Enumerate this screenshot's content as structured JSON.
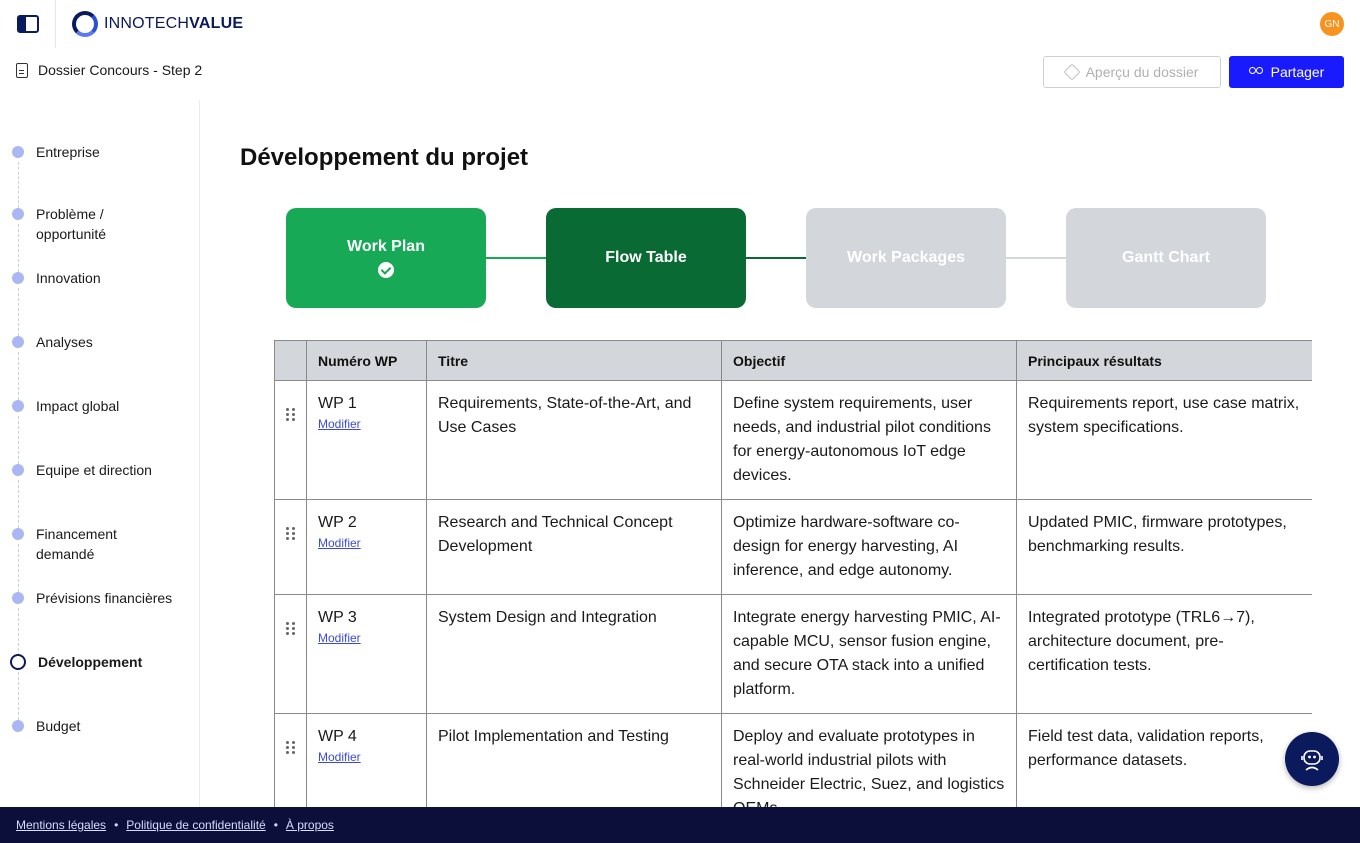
{
  "brand": {
    "name_light": "INNOTECH",
    "name_bold": "VALUE"
  },
  "user": {
    "initials": "GN"
  },
  "dossier": {
    "title": "Dossier Concours - Step 2"
  },
  "actions": {
    "preview_label": "Aperçu du dossier",
    "share_label": "Partager"
  },
  "nav": {
    "items": [
      {
        "label": "Entreprise"
      },
      {
        "label": "Problème / opportunité"
      },
      {
        "label": "Innovation"
      },
      {
        "label": "Analyses"
      },
      {
        "label": "Impact global"
      },
      {
        "label": "Equipe et direction"
      },
      {
        "label": "Financement demandé"
      },
      {
        "label": "Prévisions financières"
      },
      {
        "label": "Développement",
        "active": true
      },
      {
        "label": "Budget"
      }
    ]
  },
  "page": {
    "title": "Développement du projet"
  },
  "stepper": {
    "steps": [
      {
        "label": "Work Plan",
        "state": "done"
      },
      {
        "label": "Flow Table",
        "state": "current"
      },
      {
        "label": "Work Packages",
        "state": "todo"
      },
      {
        "label": "Gantt Chart",
        "state": "todo"
      }
    ]
  },
  "table": {
    "headers": [
      "Numéro WP",
      "Titre",
      "Objectif",
      "Principaux résultats"
    ],
    "edit_label": "Modifier",
    "rows": [
      {
        "wp": "WP 1",
        "title": "Requirements, State-of-the-Art, and Use Cases",
        "objective": "Define system requirements, user needs, and industrial pilot conditions for energy-autonomous IoT edge devices.",
        "results": "Requirements report, use case matrix, system specifications."
      },
      {
        "wp": "WP 2",
        "title": "Research and Technical Concept Development",
        "objective": "Optimize hardware-software co-design for energy harvesting, AI inference, and edge autonomy.",
        "results": "Updated PMIC, firmware prototypes, benchmarking results."
      },
      {
        "wp": "WP 3",
        "title": "System Design and Integration",
        "objective": "Integrate energy harvesting PMIC, AI-capable MCU, sensor fusion engine, and secure OTA stack into a unified platform.",
        "results": "Integrated prototype (TRL6→7), architecture document, pre-certification tests."
      },
      {
        "wp": "WP 4",
        "title": "Pilot Implementation and Testing",
        "objective": "Deploy and evaluate prototypes in real-world industrial pilots with Schneider Electric, Suez, and logistics OEMs.",
        "results": "Field test data, validation reports, performance datasets."
      }
    ]
  },
  "footer": {
    "links": [
      "Mentions légales",
      "Politique de confidentialité",
      "À propos"
    ]
  },
  "colors": {
    "primary": "#1a1aff",
    "navy": "#0b1a5c",
    "step_done": "#17a955",
    "step_current": "#0a6a33",
    "step_todo": "#d3d6da",
    "nav_dot": "#a9b8f2"
  }
}
